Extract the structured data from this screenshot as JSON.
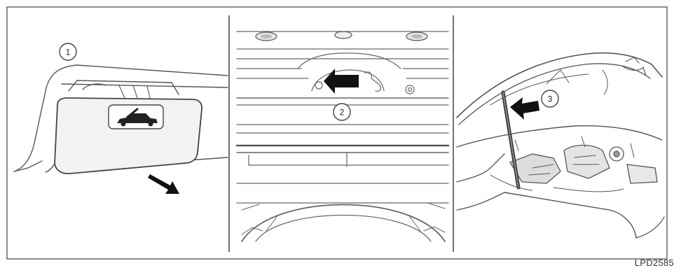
{
  "figure": {
    "code": "LPD2585",
    "callouts": [
      "1",
      "2",
      "3"
    ]
  }
}
